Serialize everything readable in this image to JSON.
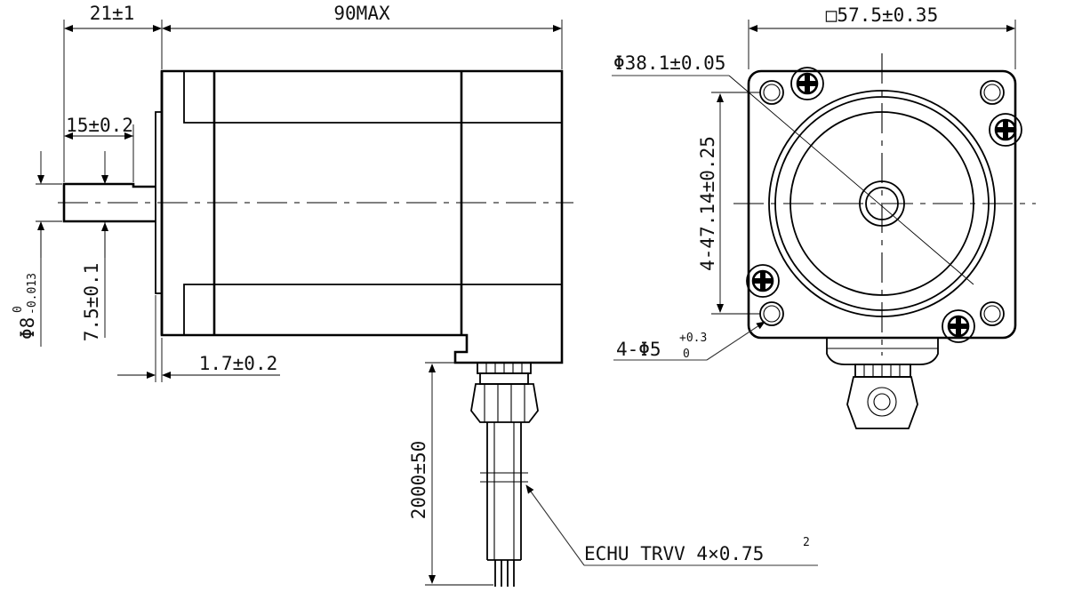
{
  "labels": {
    "shaft_extension": "21±1",
    "body_length": "90MAX",
    "flange_square": "□57.5±0.35",
    "boss_diameter": "Φ38.1±0.05",
    "shaft_flat": "15±0.2",
    "shaft_diameter_main": "Φ8",
    "shaft_diameter_tol_upper": "0",
    "shaft_diameter_tol_lower": "-0.013",
    "flat_depth": "7.5±0.1",
    "flange_thickness": "1.7±0.2",
    "hole_spacing": "4-47.14±0.25",
    "mount_holes_main": "4-Φ5",
    "mount_holes_tol_upper": "+0.3",
    "mount_holes_tol_lower": "0",
    "cable_length": "2000±50",
    "cable_spec_main": "ECHU TRVV 4×0.75",
    "cable_spec_sup": "2"
  }
}
